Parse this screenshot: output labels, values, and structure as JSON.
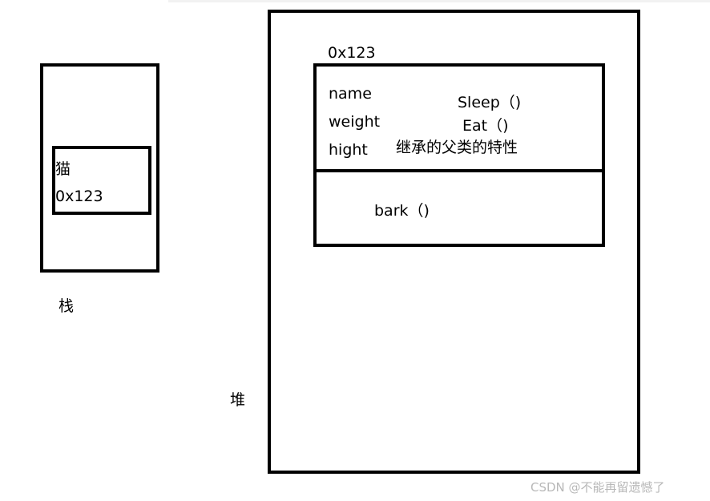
{
  "stack": {
    "label": "栈",
    "inner_box": {
      "name": "猫",
      "address": "0x123"
    }
  },
  "heap": {
    "label": "堆",
    "object_address": "0x123",
    "parent_section": {
      "fields": [
        "name",
        "weight",
        "hight"
      ],
      "methods": [
        "Sleep（)",
        "Eat（)"
      ],
      "note": "继承的父类的特性"
    },
    "child_section": {
      "methods": [
        "bark（)"
      ]
    }
  },
  "watermark": "CSDN @不能再留遗憾了"
}
